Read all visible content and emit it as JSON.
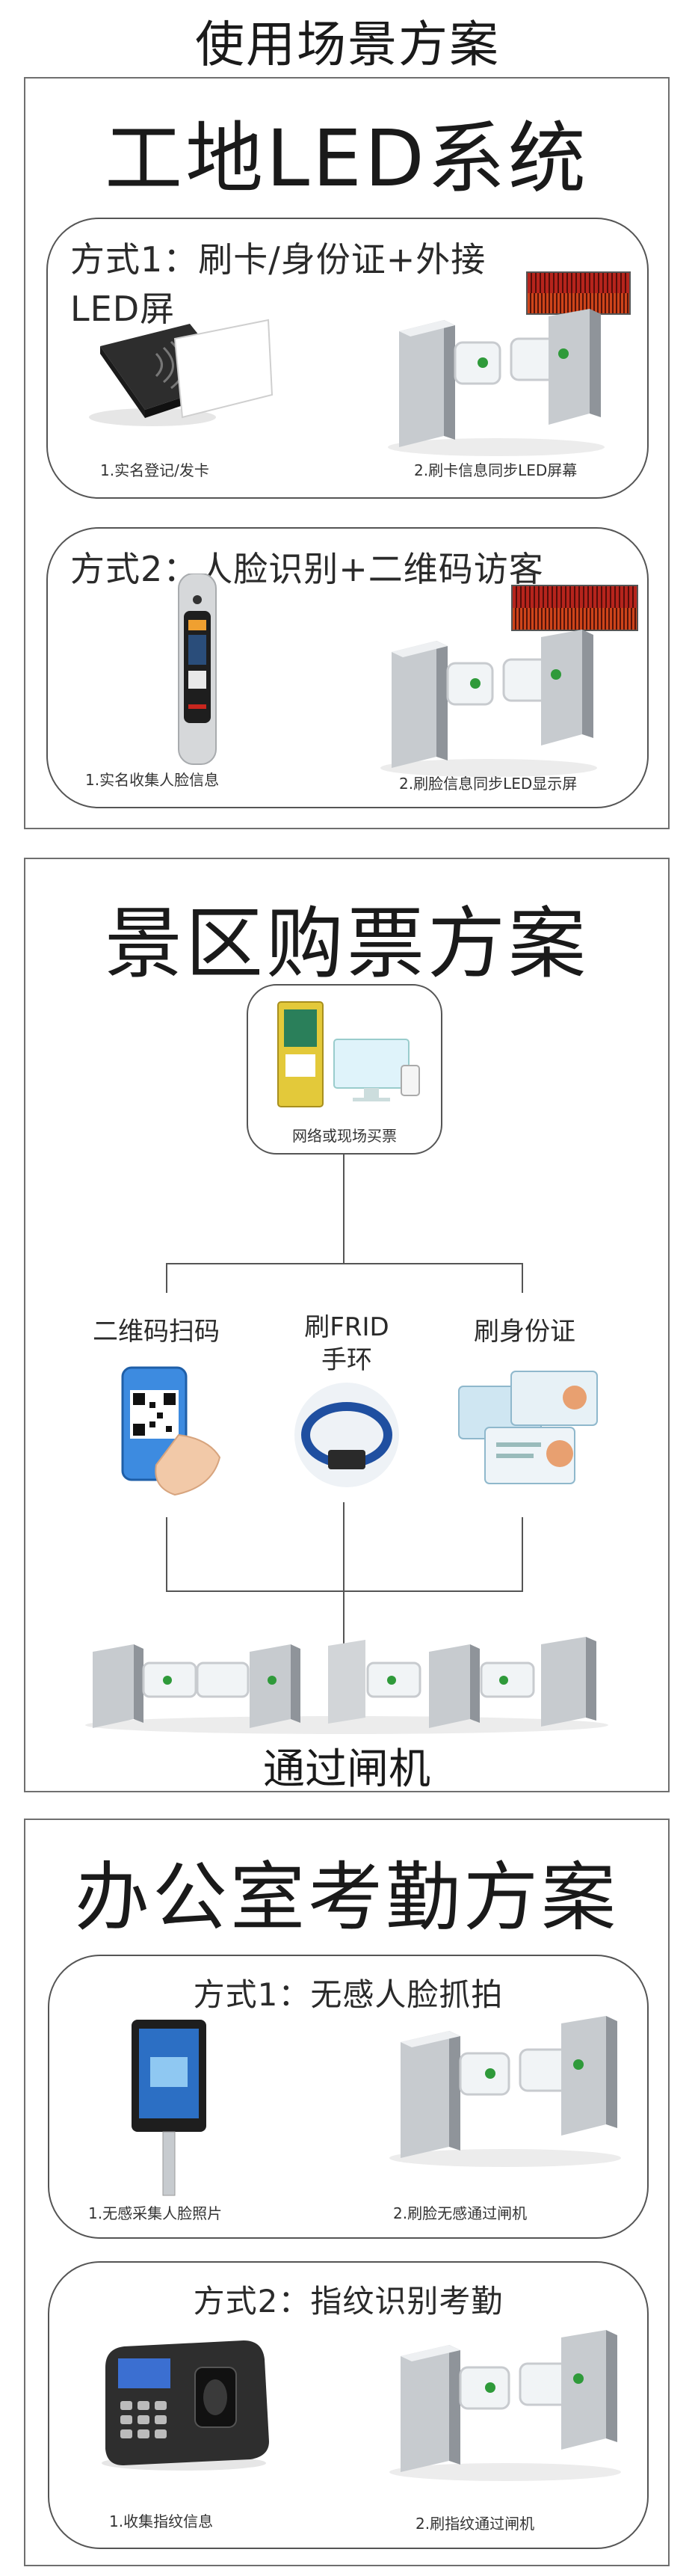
{
  "page_title": "使用场景方案",
  "construction": {
    "title": "工地LED系统",
    "method1": {
      "title": "方式1：刷卡/身份证+外接LED屏",
      "caption_left": "1.实名登记/发卡",
      "caption_right": "2.刷卡信息同步LED屏幕"
    },
    "method2": {
      "title": "方式2：人脸识别+二维码访客",
      "caption_left": "1.实名收集人脸信息",
      "caption_right": "2.刷脸信息同步LED显示屏"
    }
  },
  "scenic": {
    "title": "景区购票方案",
    "ticket_caption": "网络或现场买票",
    "option_qr": "二维码扫码",
    "option_rfid_line1": "刷FRID",
    "option_rfid_line2": "手环",
    "option_id": "刷身份证",
    "gate_caption": "通过闸机"
  },
  "office": {
    "title": "办公室考勤方案",
    "method1": {
      "title": "方式1：无感人脸抓拍",
      "caption_left": "1.无感采集人脸照片",
      "caption_right": "2.刷脸无感通过闸机"
    },
    "method2": {
      "title": "方式2：指纹识别考勤",
      "caption_left": "1.收集指纹信息",
      "caption_right": "2.刷指纹通过闸机"
    }
  },
  "colors": {
    "border": "#6f6f6f",
    "led_red": "#c8261e",
    "indicator_green": "#2f9a3a"
  }
}
